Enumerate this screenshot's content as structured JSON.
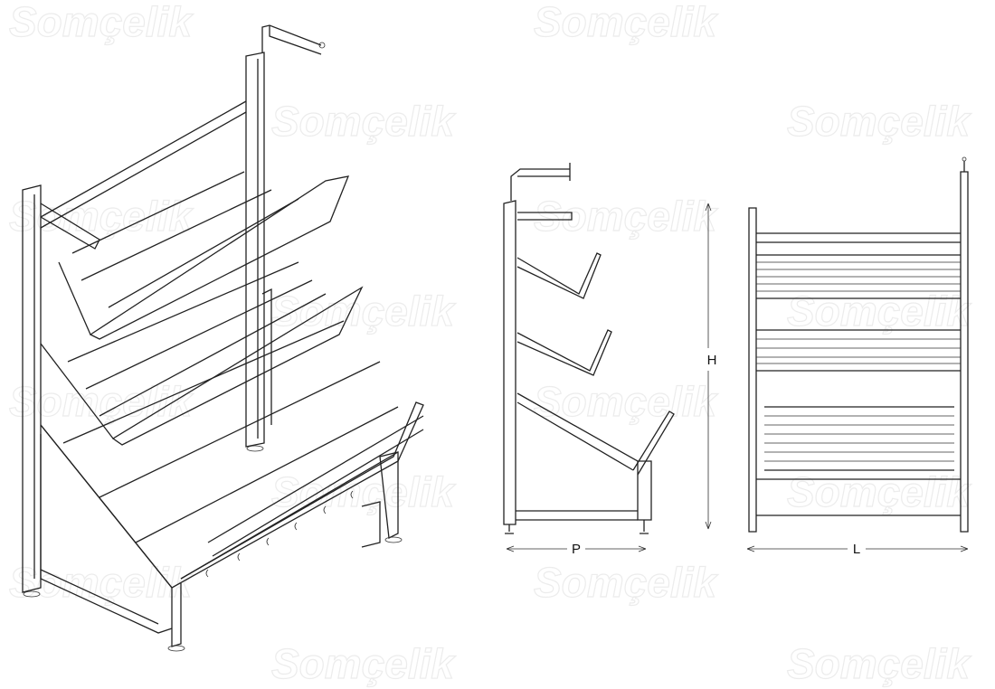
{
  "watermark": "Somçelik",
  "dimensions": {
    "depth": "P",
    "height": "H",
    "length": "L"
  }
}
